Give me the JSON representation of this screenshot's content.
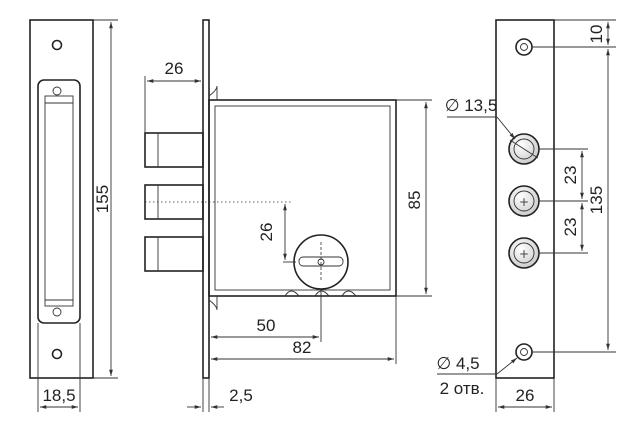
{
  "dimensions": {
    "left_height": "155",
    "left_width": "18,5",
    "bolt_length": "26",
    "body_height": "85",
    "key_offset_v": "26",
    "key_offset_h": "50",
    "body_width": "82",
    "plate_thickness": "2,5",
    "hole_large": "∅ 13,5",
    "spacing_1": "23",
    "spacing_2": "23",
    "top_offset": "10",
    "right_height": "135",
    "hole_small": "∅ 4,5",
    "hole_count": "2 отв.",
    "right_width": "26"
  },
  "colors": {
    "line": "#222222",
    "fill": "#ffffff"
  }
}
